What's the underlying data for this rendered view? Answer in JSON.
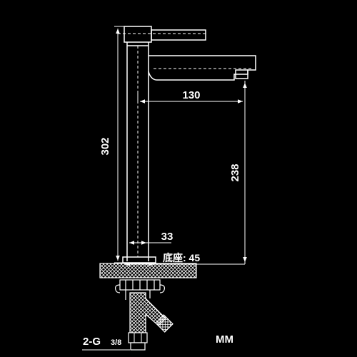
{
  "drawing": {
    "dimensions": {
      "total_height": "302",
      "spout_reach": "130",
      "spout_height": "238",
      "body_diameter": "33",
      "base_label": "底座: 45"
    },
    "connection": {
      "thread_main": "2-G",
      "thread_size": "3/8"
    },
    "unit": "MM"
  },
  "colors": {
    "background": "#000000",
    "line": "#ffffff"
  }
}
